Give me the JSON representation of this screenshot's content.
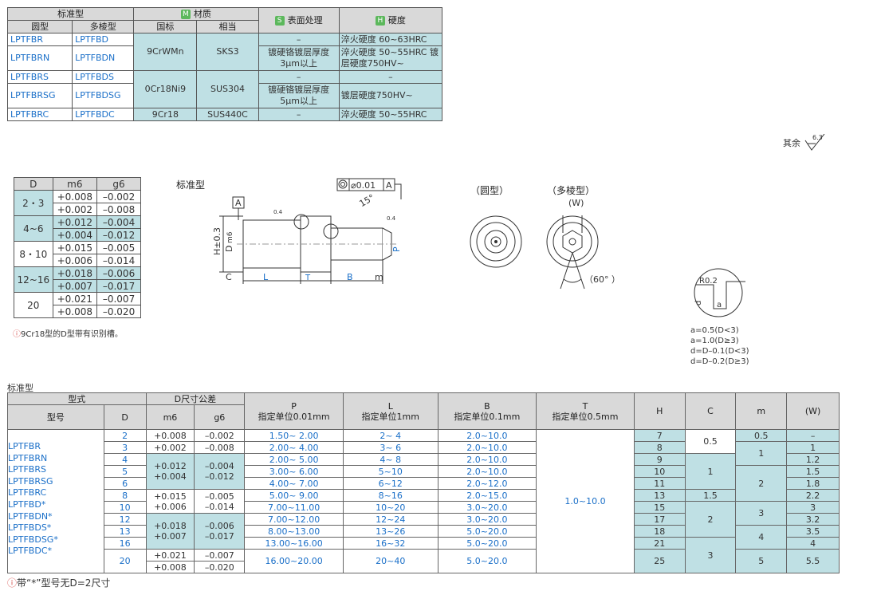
{
  "material_table": {
    "headers": {
      "standard": "标准型",
      "round": "圆型",
      "polygon": "多棱型",
      "material": "材质",
      "material_tag": "M",
      "gb": "国标",
      "equiv": "相当",
      "surface": "表面处理",
      "surface_tag": "S",
      "hardness": "硬度",
      "hardness_tag": "H"
    },
    "rows": [
      {
        "round": "LPTFBR",
        "poly": "LPTFBD",
        "surface": "–",
        "hardness": "淬火硬度 60~63HRC"
      },
      {
        "round": "LPTFBRN",
        "poly": "LPTFBDN",
        "surface": "镀硬铬镀层厚度 3μm以上",
        "hardness": "淬火硬度 50~55HRC 镀层硬度750HV~"
      },
      {
        "round": "LPTFBRS",
        "poly": "LPTFBDS",
        "surface": "–",
        "hardness": "–"
      },
      {
        "round": "LPTFBRSG",
        "poly": "LPTFBDSG",
        "surface": "镀硬铬镀层厚度 5μm以上",
        "hardness": "镀层硬度750HV~"
      },
      {
        "round": "LPTFBRC",
        "poly": "LPTFBDC",
        "surface": "–",
        "hardness": "淬火硬度 50~55HRC"
      }
    ],
    "materials": [
      {
        "gb": "9CrWMn",
        "equiv": "SKS3"
      },
      {
        "gb": "0Cr18Ni9",
        "equiv": "SUS304"
      },
      {
        "gb": "9Cr18",
        "equiv": "SUS440C"
      }
    ]
  },
  "roughness_note": "其余",
  "roughness_value": "6.3",
  "tolerance_table": {
    "headers": [
      "D",
      "m6",
      "g6"
    ],
    "rows": [
      {
        "d": "2・3",
        "m6": [
          "+0.008",
          "+0.002"
        ],
        "g6": [
          "–0.002",
          "–0.008"
        ]
      },
      {
        "d": "4~6",
        "m6": [
          "+0.012",
          "+0.004"
        ],
        "g6": [
          "–0.004",
          "–0.012"
        ]
      },
      {
        "d": "8・10",
        "m6": [
          "+0.015",
          "+0.006"
        ],
        "g6": [
          "–0.005",
          "–0.014"
        ]
      },
      {
        "d": "12~16",
        "m6": [
          "+0.018",
          "+0.007"
        ],
        "g6": [
          "–0.006",
          "–0.017"
        ]
      },
      {
        "d": "20",
        "m6": [
          "+0.021",
          "+0.008"
        ],
        "g6": [
          "–0.007",
          "–0.020"
        ]
      }
    ],
    "note": "9Cr18型的D型带有识别槽。"
  },
  "drawing": {
    "title": "标准型",
    "round_label": "（圆型）",
    "poly_label": "（多棱型）",
    "w_label": "(W)",
    "angle_label": "（60°  ）",
    "angle15": "15°",
    "datum": "A",
    "concentricity": "⌀0.01",
    "r02": "R0.2",
    "formulas": [
      "a=0.5(D<3)",
      "a=1.0(D≥3)",
      "d=D–0.1(D<3)",
      "d=D–0.2(D≥3)"
    ]
  },
  "spec_table": {
    "section_title": "标准型",
    "headers": {
      "type": "型式",
      "model": "型号",
      "d": "D",
      "dtol": "D尺寸公差",
      "m6": "m6",
      "g6": "g6",
      "p": "P",
      "p_unit": "指定单位0.01mm",
      "l": "L",
      "l_unit": "指定单位1mm",
      "b": "B",
      "b_unit": "指定单位0.1mm",
      "t": "T",
      "t_unit": "指定单位0.5mm",
      "h": "H",
      "c": "C",
      "m": "m",
      "w": "(W)"
    },
    "models": [
      "LPTFBR",
      "LPTFBRN",
      "LPTFBRS",
      "LPTFBRSG",
      "LPTFBRC",
      "LPTFBD*",
      "LPTFBDN*",
      "LPTFBDS*",
      "LPTFBDSG*",
      "LPTFBDC*"
    ],
    "rows": [
      {
        "d": "2",
        "p": "1.50~ 2.00",
        "l": "2~ 4",
        "b": "2.0~10.0",
        "h": "7",
        "w": "–"
      },
      {
        "d": "3",
        "p": "2.00~ 4.00",
        "l": "3~ 6",
        "b": "2.0~10.0",
        "h": "8",
        "w": "1"
      },
      {
        "d": "4",
        "p": "2.00~ 5.00",
        "l": "4~ 8",
        "b": "2.0~10.0",
        "h": "9",
        "w": "1.2"
      },
      {
        "d": "5",
        "p": "3.00~ 6.00",
        "l": "5~10",
        "b": "2.0~10.0",
        "h": "10",
        "w": "1.5"
      },
      {
        "d": "6",
        "p": "4.00~ 7.00",
        "l": "6~12",
        "b": "2.0~12.0",
        "h": "11",
        "w": "1.8"
      },
      {
        "d": "8",
        "p": "5.00~ 9.00",
        "l": "8~16",
        "b": "2.0~15.0",
        "h": "13",
        "w": "2.2"
      },
      {
        "d": "10",
        "p": "7.00~11.00",
        "l": "10~20",
        "b": "3.0~20.0",
        "h": "15",
        "w": "3"
      },
      {
        "d": "12",
        "p": "7.00~12.00",
        "l": "12~24",
        "b": "3.0~20.0",
        "h": "17",
        "w": "3.2"
      },
      {
        "d": "13",
        "p": "8.00~13.00",
        "l": "13~26",
        "b": "5.0~20.0",
        "h": "18",
        "w": "3.5"
      },
      {
        "d": "16",
        "p": "13.00~16.00",
        "l": "16~32",
        "b": "5.0~20.0",
        "h": "21",
        "w": "4"
      },
      {
        "d": "20",
        "p": "16.00~20.00",
        "l": "20~40",
        "b": "5.0~20.0",
        "h": "25",
        "w": "5.5"
      }
    ],
    "m6": [
      [
        "+0.008",
        "+0.002"
      ],
      [
        "+0.012",
        "+0.004"
      ],
      [
        "+0.015",
        "+0.006"
      ],
      [
        "+0.018",
        "+0.007"
      ],
      [
        "+0.021",
        "+0.008"
      ]
    ],
    "g6": [
      [
        "–0.002",
        "–0.008"
      ],
      [
        "–0.004",
        "–0.012"
      ],
      [
        "–0.005",
        "–0.014"
      ],
      [
        "–0.006",
        "–0.017"
      ],
      [
        "–0.007",
        "–0.020"
      ]
    ],
    "t_value": "1.0~10.0",
    "c_values": [
      "0.5",
      "1",
      "1.5",
      "2",
      "3"
    ],
    "m_values": [
      "0.5",
      "1",
      "2",
      "3",
      "4",
      "5"
    ],
    "footnote": "带“*”型号无D=2尺寸"
  }
}
